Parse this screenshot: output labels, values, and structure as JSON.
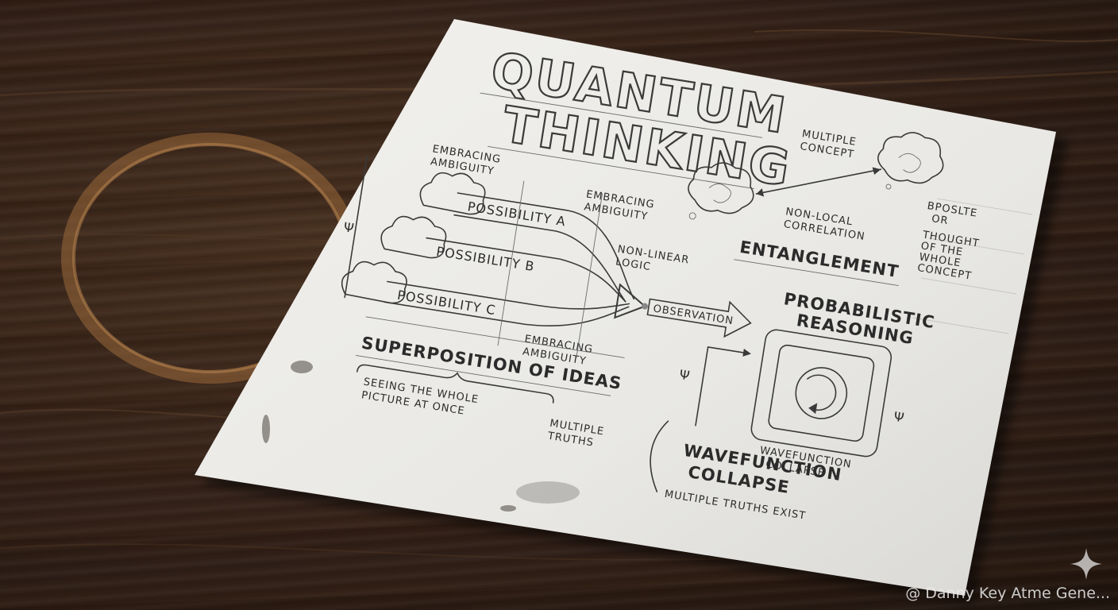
{
  "napkin": {
    "title_line1": "QUANTUM",
    "title_line2": "THINKING",
    "left": {
      "embracing_1": [
        "EMBRACING",
        "AMBIGUITY"
      ],
      "embracing_2": [
        "EMBRACING",
        "AMBIGUITY"
      ],
      "embracing_3": [
        "EMBRACING",
        "AMBIGUITY"
      ],
      "psi_symbol": "Ψ",
      "possibility_a": "POSSIBILITY A",
      "possibility_b": "POSSIBILITY B",
      "possibility_c": "POSSIBILITY C",
      "non_linear": [
        "NON-LINEAR",
        "LOGIC"
      ],
      "observation": "OBSERVATION",
      "superposition": "SUPERPOSITION OF IDEAS",
      "seeing": [
        "SEEING THE WHOLE",
        "PICTURE AT ONCE"
      ],
      "multiple_truths": [
        "MULTIPLE",
        "TRUTHS"
      ]
    },
    "right": {
      "multiple_concept": [
        "MULTIPLE",
        "CONCEPT"
      ],
      "non_local": [
        "NON-LOCAL",
        "CORRELATION"
      ],
      "bposlte": [
        "BPOSLTE",
        "OR"
      ],
      "thought": [
        "THOUGHT",
        "OF THE",
        "WHOLE",
        "CONCEPT"
      ],
      "entanglement": "ENTANGLEMENT",
      "probabilistic": [
        "PROBABILISTIC",
        "REASONING"
      ],
      "psi_symbol": "Ψ",
      "wavefunction_small": [
        "WAVEFUNCTION",
        "COLLAPSE"
      ],
      "wavefunction_big": [
        "WAVEFUNCTION",
        "COLLAPSE"
      ],
      "multiple_truths_exist": "MULTIPLE TRUTHS EXIST"
    }
  },
  "watermark": "@ Danny Key Atme  Gene..."
}
